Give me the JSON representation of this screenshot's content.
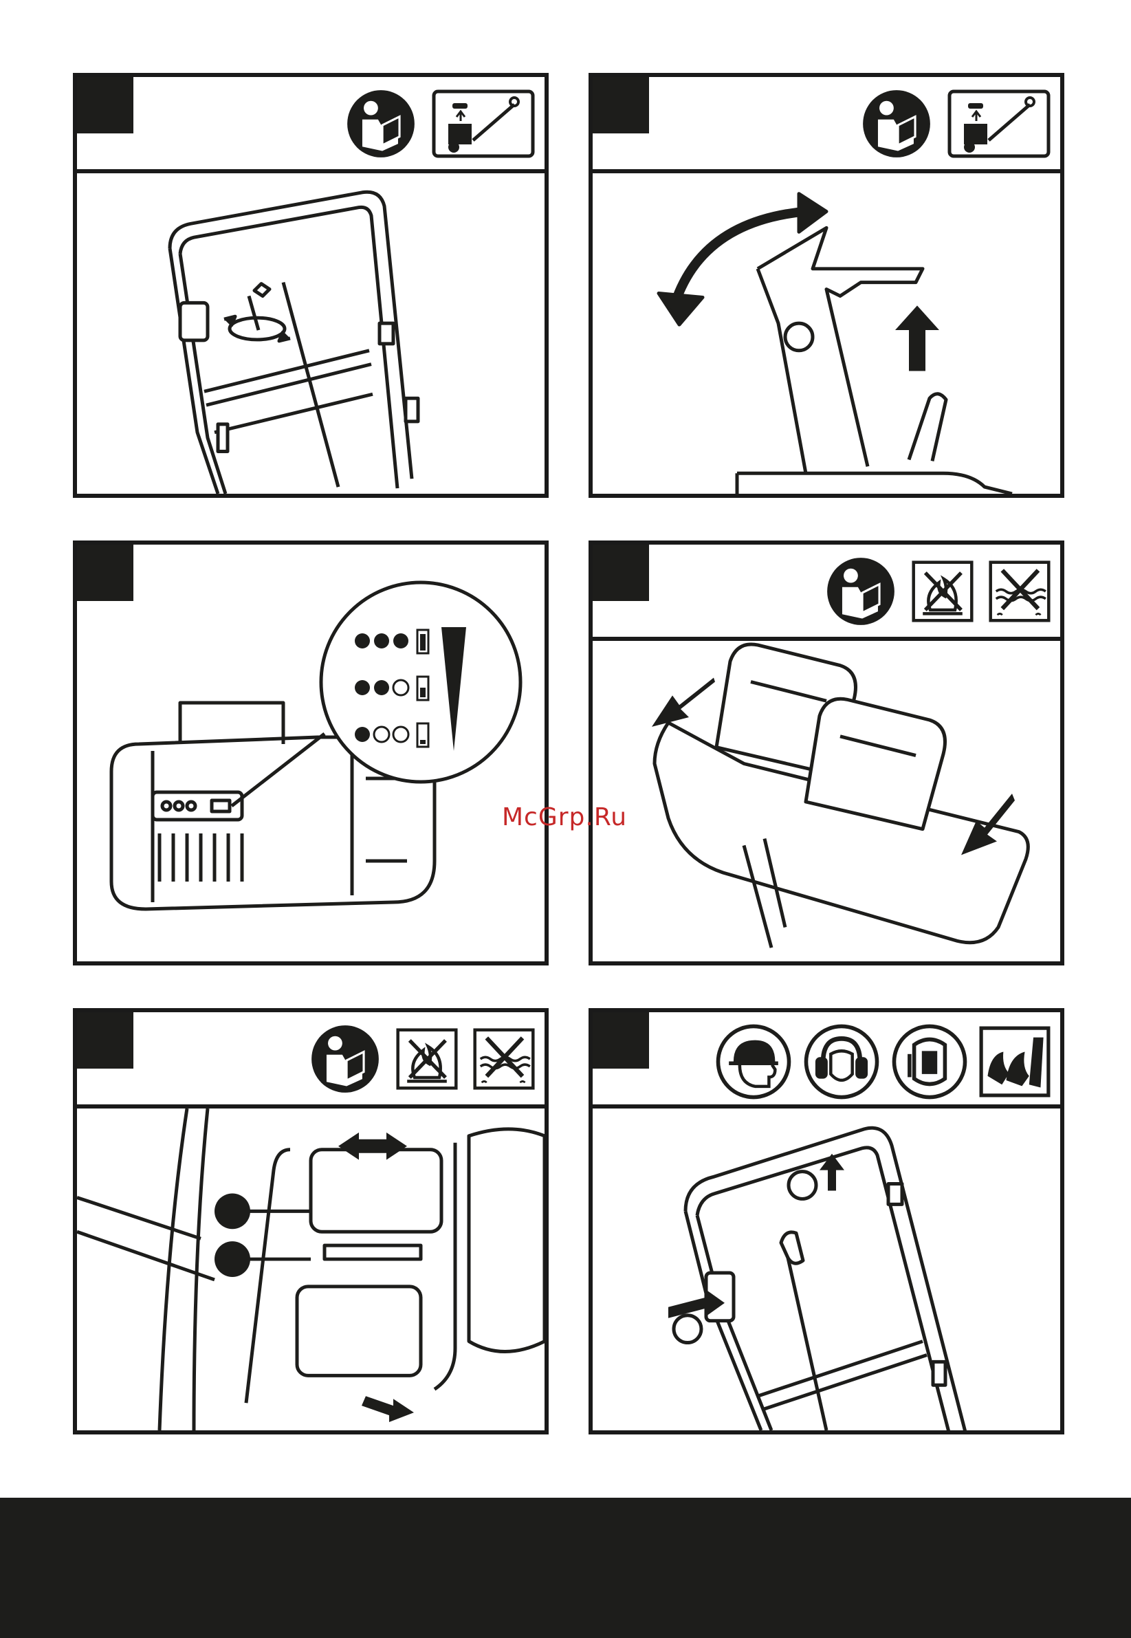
{
  "watermark": {
    "text": "McGrp.Ru"
  },
  "colors": {
    "ink": "#1d1d1b",
    "paper": "#ffffff",
    "watermark": "#c62828"
  },
  "panels": [
    {
      "id": "panel-1",
      "icons": [
        "read-manual-icon",
        "handle-assembly-icon"
      ]
    },
    {
      "id": "panel-2",
      "icons": [
        "read-manual-icon",
        "handle-assembly-icon"
      ]
    },
    {
      "id": "panel-3",
      "icons": [],
      "battery_levels": [
        1.0,
        0.66,
        0.33
      ]
    },
    {
      "id": "panel-4",
      "icons": [
        "read-manual-icon",
        "no-fire-icon",
        "no-water-icon"
      ]
    },
    {
      "id": "panel-5",
      "icons": [
        "read-manual-icon",
        "no-fire-icon",
        "no-water-icon"
      ]
    },
    {
      "id": "panel-6",
      "icons": [
        "safety-helmet-icon",
        "ear-protection-icon",
        "face-shield-icon",
        "gloves-icon"
      ]
    }
  ]
}
